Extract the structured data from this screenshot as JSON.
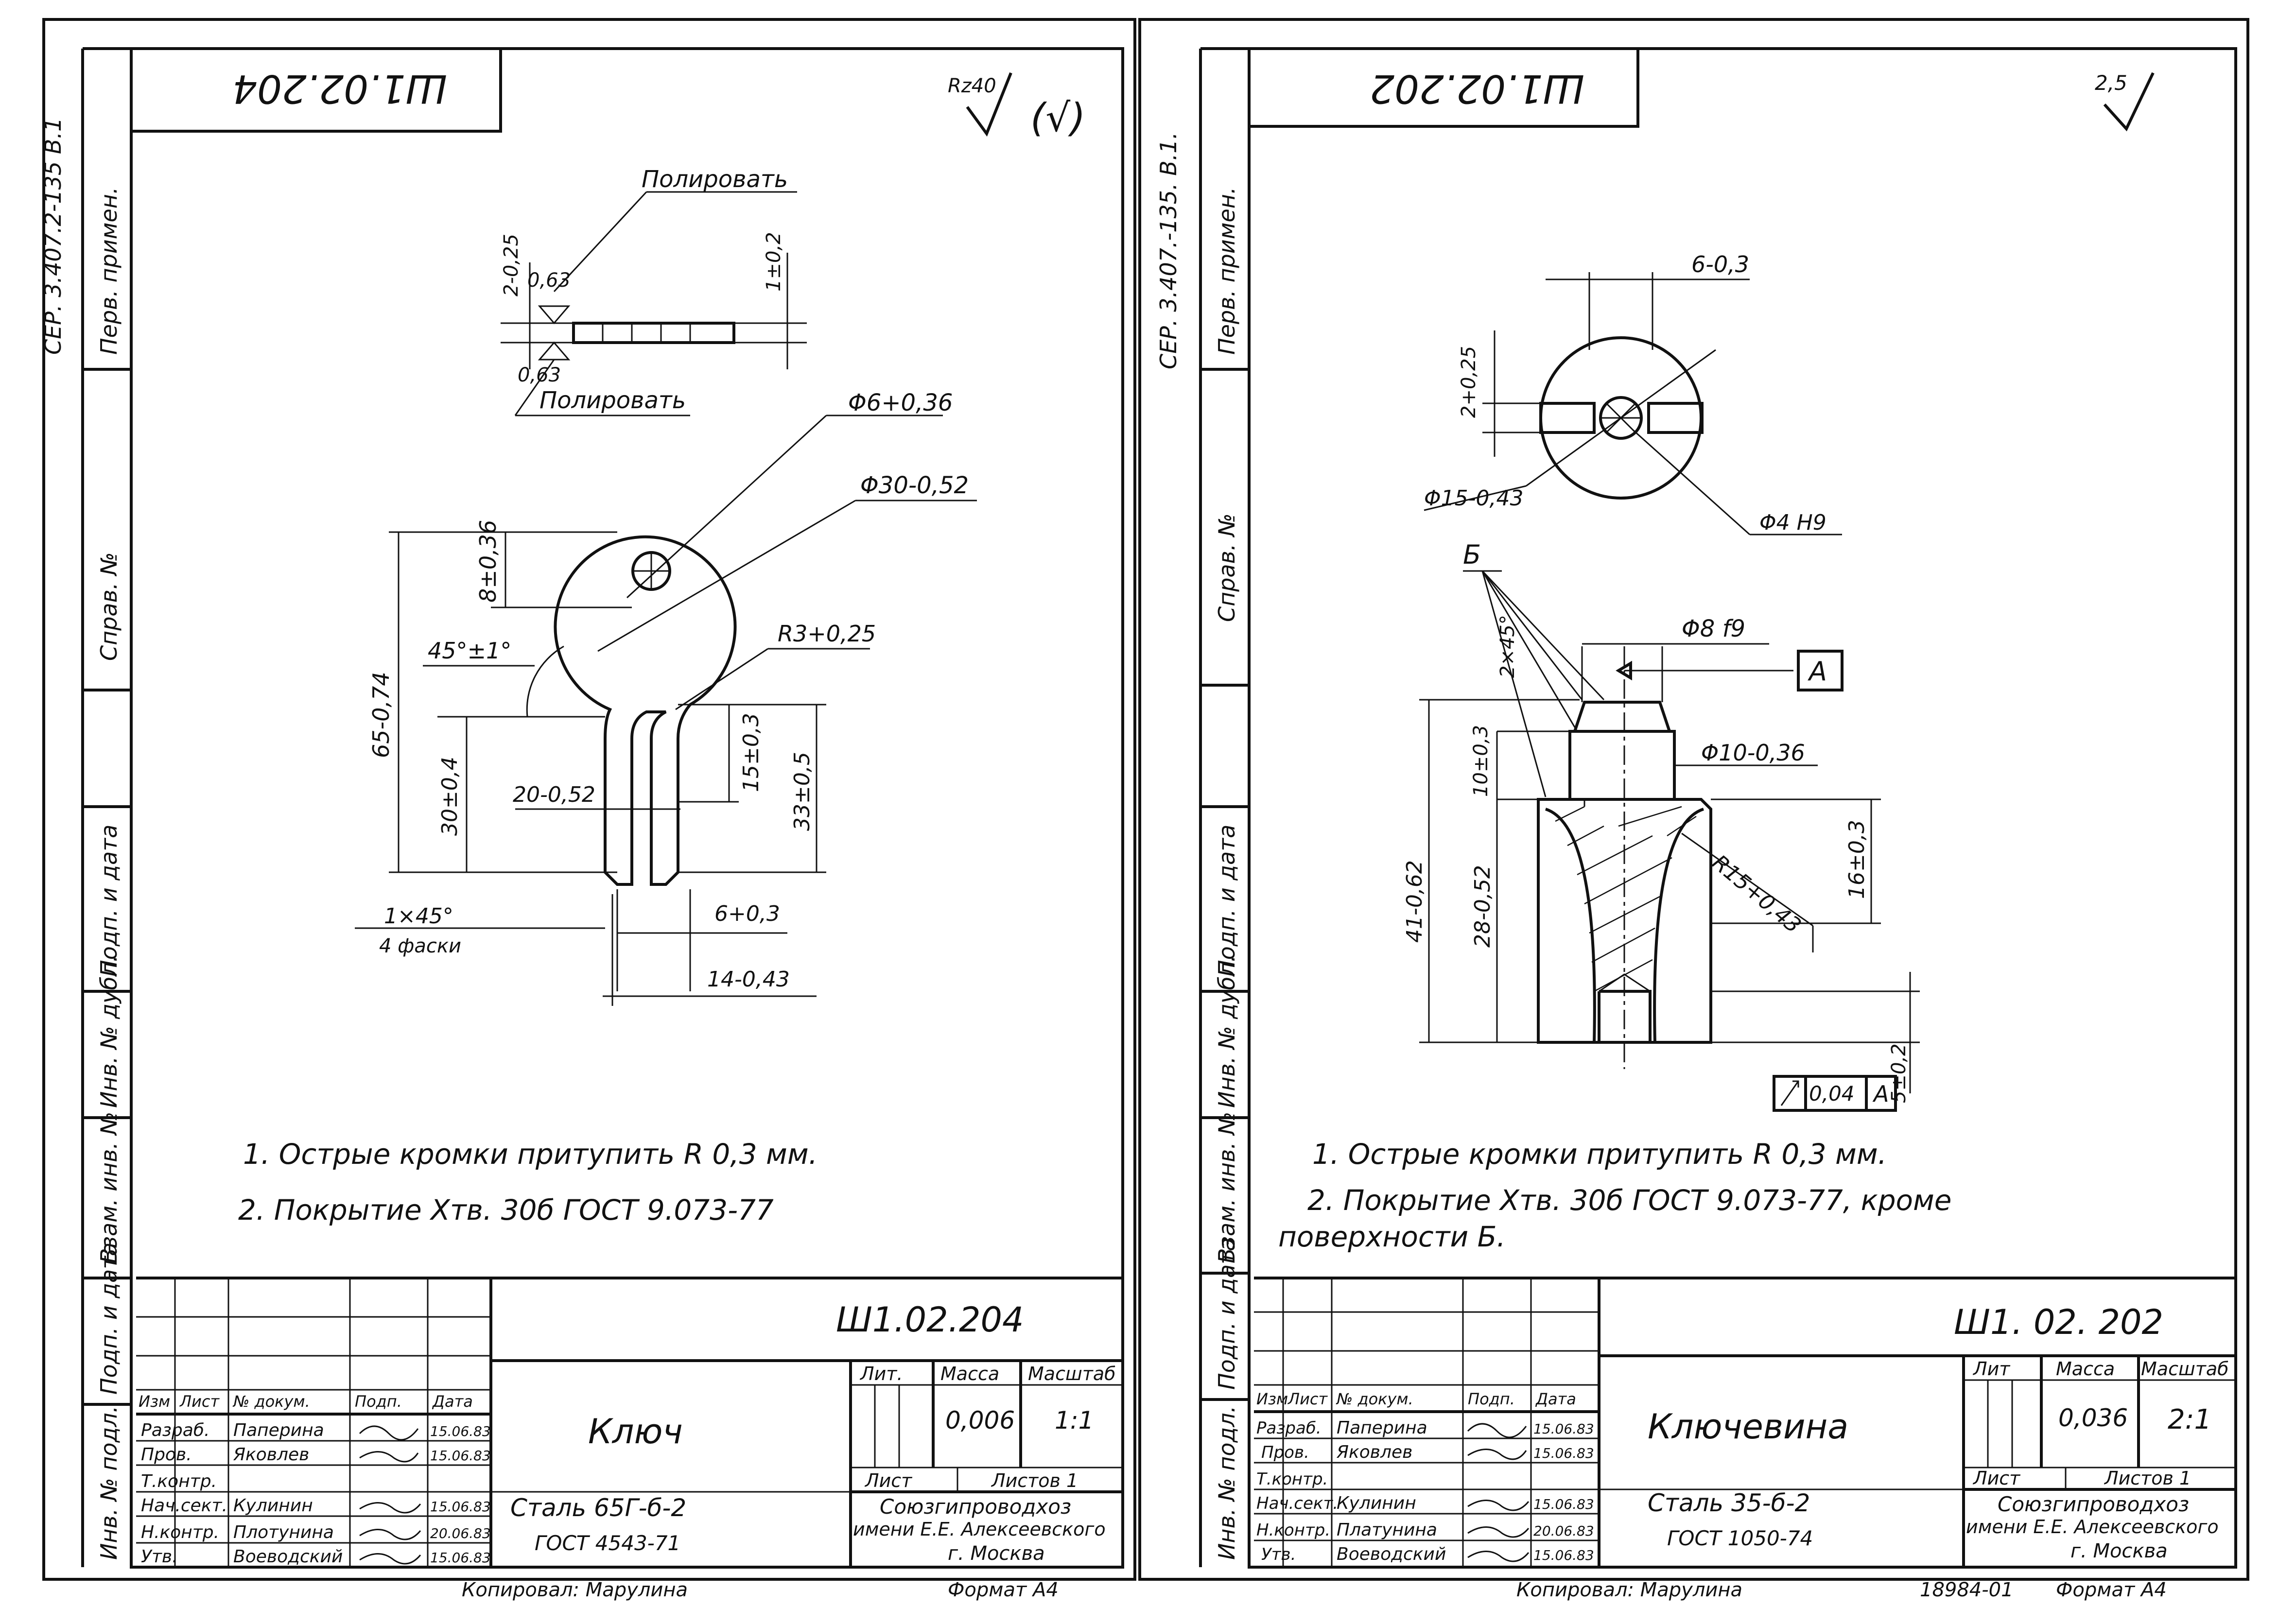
{
  "sheet_left": {
    "stamp_code_top": "Ш1.02.204",
    "side_series": "СЕР. 3.407.2-135 В.1",
    "side_labels": [
      "Перв. примен.",
      "Справ. №",
      "Подп. и дата",
      "Инв. № дубл.",
      "Взам. инв. №",
      "Подп. и дата",
      "Инв. № подл."
    ],
    "roughness_general": "Rz40",
    "roughness_other": "(√)",
    "dims": {
      "polish_top": "Полировать",
      "polish_bottom": "Полировать",
      "r063_top": "0,63",
      "r063_bottom": "0,63",
      "thick_left": "2-0,25",
      "thick_right": "1±0,2",
      "hole_dia": "Φ6+0,36",
      "outer_dia": "Φ30-0,52",
      "hole_offset": "8±0,36",
      "total_len": "65-0,74",
      "angle": "45°±1°",
      "radius": "R3+0,25",
      "slot_len": "15±0,3",
      "body_len": "33±0,5",
      "neck_len": "30±0,4",
      "neck_width": "20-0,52",
      "chamfer": "1×45°",
      "chamfer_note": "4 фаски",
      "slot_width": "6+0,3",
      "fork_width": "14-0,43"
    },
    "notes": [
      "1. Острые  кромки  притупить  R 0,3 мм.",
      "2. Покрытие  Хтв. 30б  ГОСТ 9.073-77"
    ],
    "title_block": {
      "code": "Ш1.02.204",
      "name": "Ключ",
      "material_1": "Сталь  65Г-б-2",
      "material_2": "ГОСТ  4543-71",
      "head_izm": "Изм",
      "head_list": "Лист",
      "head_doc": "№ докум.",
      "head_sign": "Подп.",
      "head_date": "Дата",
      "roles": [
        "Разраб.",
        "Пров.",
        "Т.контр.",
        "Нач.сект.",
        "Н.контр.",
        "Утв."
      ],
      "names": [
        "Паперина",
        "Яковлев",
        "",
        "Кулинин",
        "Плотунина",
        "Воеводский"
      ],
      "dates": [
        "15.06.83",
        "15.06.83",
        "",
        "15.06.83",
        "20.06.83",
        "15.06.83"
      ],
      "lit_label": "Лит.",
      "mass_label": "Масса",
      "scale_label": "Масштаб",
      "mass": "0,006",
      "scale": "1:1",
      "sheet_label": "Лист",
      "sheets_label": "Листов 1",
      "org_1": "Союзгипроводхоз",
      "org_2": "имени Е.Е. Алексеевского",
      "org_3": "г. Москва"
    },
    "copied": "Копировал:  Марулина",
    "format": "Формат А4"
  },
  "sheet_right": {
    "stamp_code_top": "Ш1.02.202",
    "side_series": "СЕР. 3.407.-135. В.1.",
    "side_labels": [
      "Перв. примен.",
      "Справ. №",
      "Подп. и дата",
      "Инв. № дубл.",
      "Взам. инв. №",
      "Подп. и дата",
      "Инв. № подл."
    ],
    "roughness_general": "2,5",
    "dims": {
      "slot_w": "6-0,3",
      "slot_depth": "2+0,25",
      "dia_15": "Φ15-0,43",
      "dia_4": "Φ4 H9",
      "surface_b": "Б",
      "chamfer": "2×45°",
      "dia_8": "Φ8 f9",
      "base_a": "А",
      "dia_10": "Φ10-0,36",
      "h10": "10±0,3",
      "total": "41-0,62",
      "h28": "28-0,52",
      "radius": "R15+0,43",
      "h16": "16±0,3",
      "h5": "5±0,2",
      "runout_val": "0,04",
      "runout_base": "А"
    },
    "notes": [
      "1. Острые  кромки  притупить  R 0,3 мм.",
      "2. Покрытие  Хтв. 30б  ГОСТ 9.073-77,  кроме",
      "поверхности  Б."
    ],
    "title_block": {
      "code": "Ш1. 02. 202",
      "name": "Ключевина",
      "material_1": "Сталь  35-б-2",
      "material_2": "ГОСТ  1050-74",
      "head_izm": "Изм",
      "head_list": "Лист",
      "head_doc": "№ докум.",
      "head_sign": "Подп.",
      "head_date": "Дата",
      "roles": [
        "Разраб.",
        "Пров.",
        "Т.контр.",
        "Нач.сект.",
        "Н.контр.",
        "Утв."
      ],
      "names": [
        "Паперина",
        "Яковлев",
        "",
        "Кулинин",
        "Платунина",
        "Воеводский"
      ],
      "dates": [
        "15.06.83",
        "15.06.83",
        "",
        "15.06.83",
        "20.06.83",
        "15.06.83"
      ],
      "lit_label": "Лит",
      "mass_label": "Масса",
      "scale_label": "Масштаб",
      "mass": "0,036",
      "scale": "2:1",
      "sheet_label": "Лист",
      "sheets_label": "Листов 1",
      "org_1": "Союзгипроводхоз",
      "org_2": "имени Е.Е. Алексеевского",
      "org_3": "г. Москва"
    },
    "copied": "Копировал:  Марулина",
    "extra_code": "18984-01",
    "format": "Формат А4"
  }
}
